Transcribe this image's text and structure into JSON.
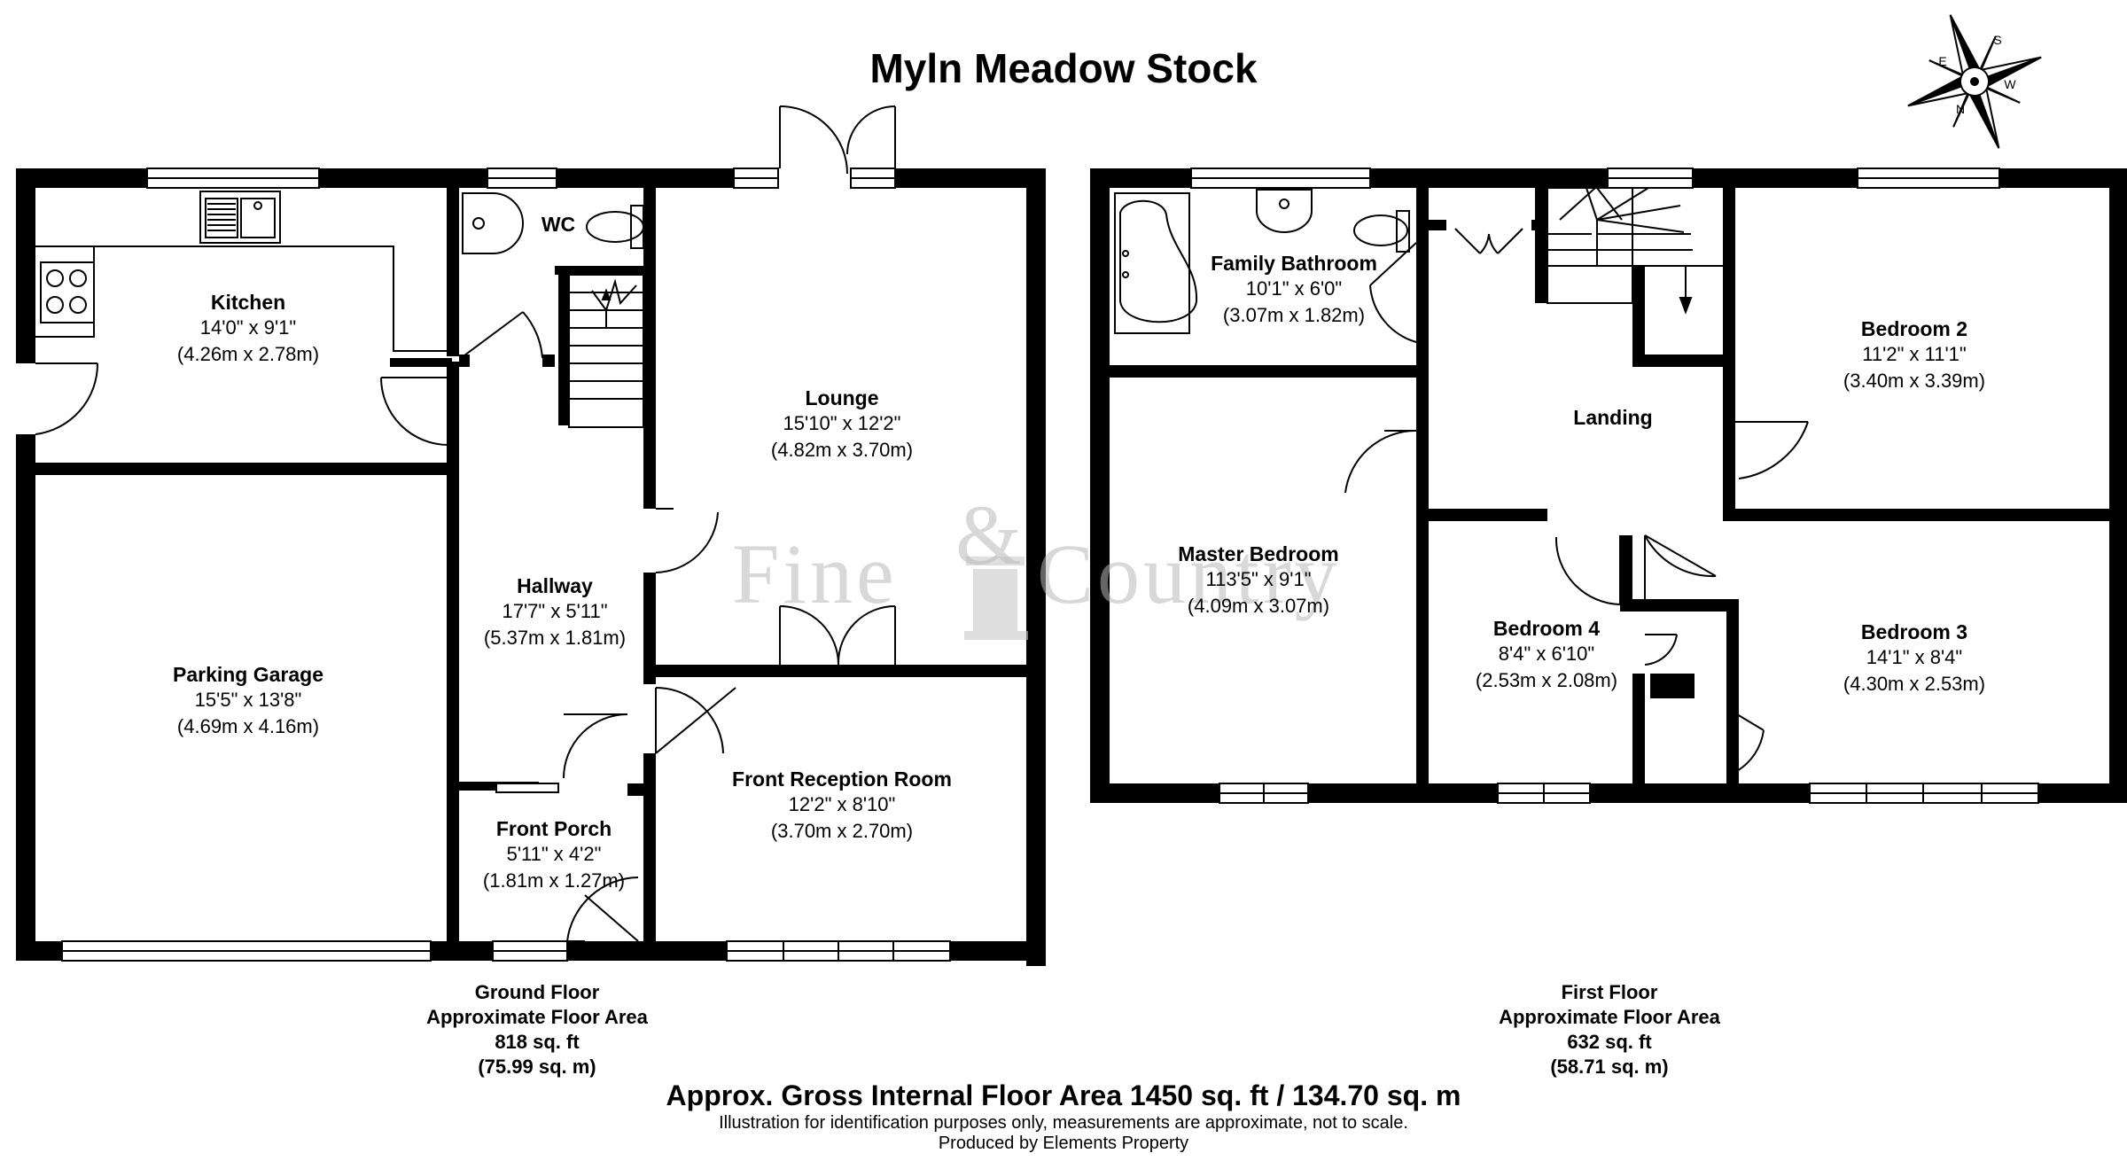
{
  "title": "Myln Meadow Stock",
  "compass": {
    "letters": [
      "S",
      "W",
      "N",
      "E"
    ],
    "icon": "compass-rose-icon"
  },
  "watermark": {
    "text_left": "Fine",
    "amp": "&",
    "text_right": "Country",
    "icon": "column-icon"
  },
  "rooms": {
    "kitchen": {
      "name": "Kitchen",
      "dim_imperial": "14'0\" x 9'1\"",
      "dim_metric": "(4.26m x 2.78m)"
    },
    "wc": {
      "name": "WC"
    },
    "lounge": {
      "name": "Lounge",
      "dim_imperial": "15'10\" x 12'2\"",
      "dim_metric": "(4.82m x 3.70m)"
    },
    "hallway": {
      "name": "Hallway",
      "dim_imperial": "17'7\" x 5'11\"",
      "dim_metric": "(5.37m x 1.81m)"
    },
    "garage": {
      "name": "Parking Garage",
      "dim_imperial": "15'5\" x 13'8\"",
      "dim_metric": "(4.69m x 4.16m)"
    },
    "reception": {
      "name": "Front Reception Room",
      "dim_imperial": "12'2\" x 8'10\"",
      "dim_metric": "(3.70m x 2.70m)"
    },
    "porch": {
      "name": "Front Porch",
      "dim_imperial": "5'11\" x 4'2\"",
      "dim_metric": "(1.81m x 1.27m)"
    },
    "bathroom": {
      "name": "Family Bathroom",
      "dim_imperial": "10'1\" x 6'0\"",
      "dim_metric": "(3.07m x 1.82m)"
    },
    "landing": {
      "name": "Landing"
    },
    "bedroom2": {
      "name": "Bedroom 2",
      "dim_imperial": "11'2\" x 11'1\"",
      "dim_metric": "(3.40m x 3.39m)"
    },
    "master": {
      "name": "Master Bedroom",
      "dim_imperial": "113'5\" x 9'1\"",
      "dim_metric": "(4.09m x 3.07m)"
    },
    "bedroom4": {
      "name": "Bedroom 4",
      "dim_imperial": "8'4\" x 6'10\"",
      "dim_metric": "(2.53m x 2.08m)"
    },
    "bedroom3": {
      "name": "Bedroom 3",
      "dim_imperial": "14'1\" x 8'4\"",
      "dim_metric": "(4.30m x 2.53m)"
    }
  },
  "floors": {
    "ground": {
      "label": "Ground Floor",
      "area_label": "Approximate Floor Area",
      "sqft": "818 sq. ft",
      "sqm": "(75.99 sq. m)"
    },
    "first": {
      "label": "First Floor",
      "area_label": "Approximate Floor Area",
      "sqft": "632 sq. ft",
      "sqm": "(58.71 sq. m)"
    }
  },
  "footer": {
    "gross_area": "Approx. Gross Internal Floor Area 1450 sq. ft / 134.70 sq. m",
    "disclaimer": "Illustration for identification purposes only, measurements are approximate, not to scale.",
    "producer": "Produced by Elements Property"
  }
}
